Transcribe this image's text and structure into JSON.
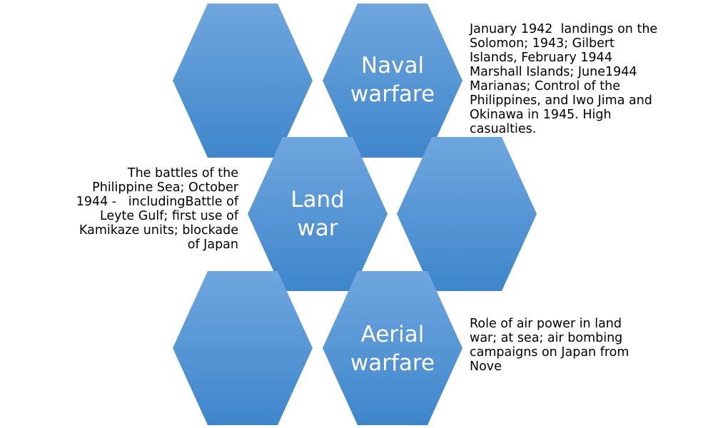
{
  "colors": {
    "hex_top": "#6fa6de",
    "hex_bottom": "#3f86cc",
    "label_text": "#ffffff",
    "body_text": "#000000"
  },
  "hexagons": [
    {
      "id": "top-left",
      "label_lines": []
    },
    {
      "id": "naval",
      "label_lines": [
        "Naval",
        "warfare"
      ]
    },
    {
      "id": "land",
      "label_lines": [
        "Land",
        "war"
      ]
    },
    {
      "id": "mid-right",
      "label_lines": []
    },
    {
      "id": "bottom-left",
      "label_lines": []
    },
    {
      "id": "aerial",
      "label_lines": [
        "Aerial",
        "warfare"
      ]
    }
  ],
  "descriptions": {
    "naval": [
      "January 1942  landings on the",
      "Solomon; 1943; Gilbert",
      "Islands, February 1944",
      "Marshall Islands; June1944",
      "Marianas; Control of the",
      "Philippines, and Iwo Jima and",
      "Okinawa in 1945. High",
      "casualties."
    ],
    "land": [
      "The battles of the",
      "Philippine Sea; October",
      "1944 -   includingBattle of",
      "Leyte Gulf; first use of",
      "Kamikaze units; blockade",
      "of Japan"
    ],
    "aerial": [
      "Role of air power in land",
      "war; at sea; air bombing",
      "campaigns on Japan from",
      "Nove"
    ]
  }
}
